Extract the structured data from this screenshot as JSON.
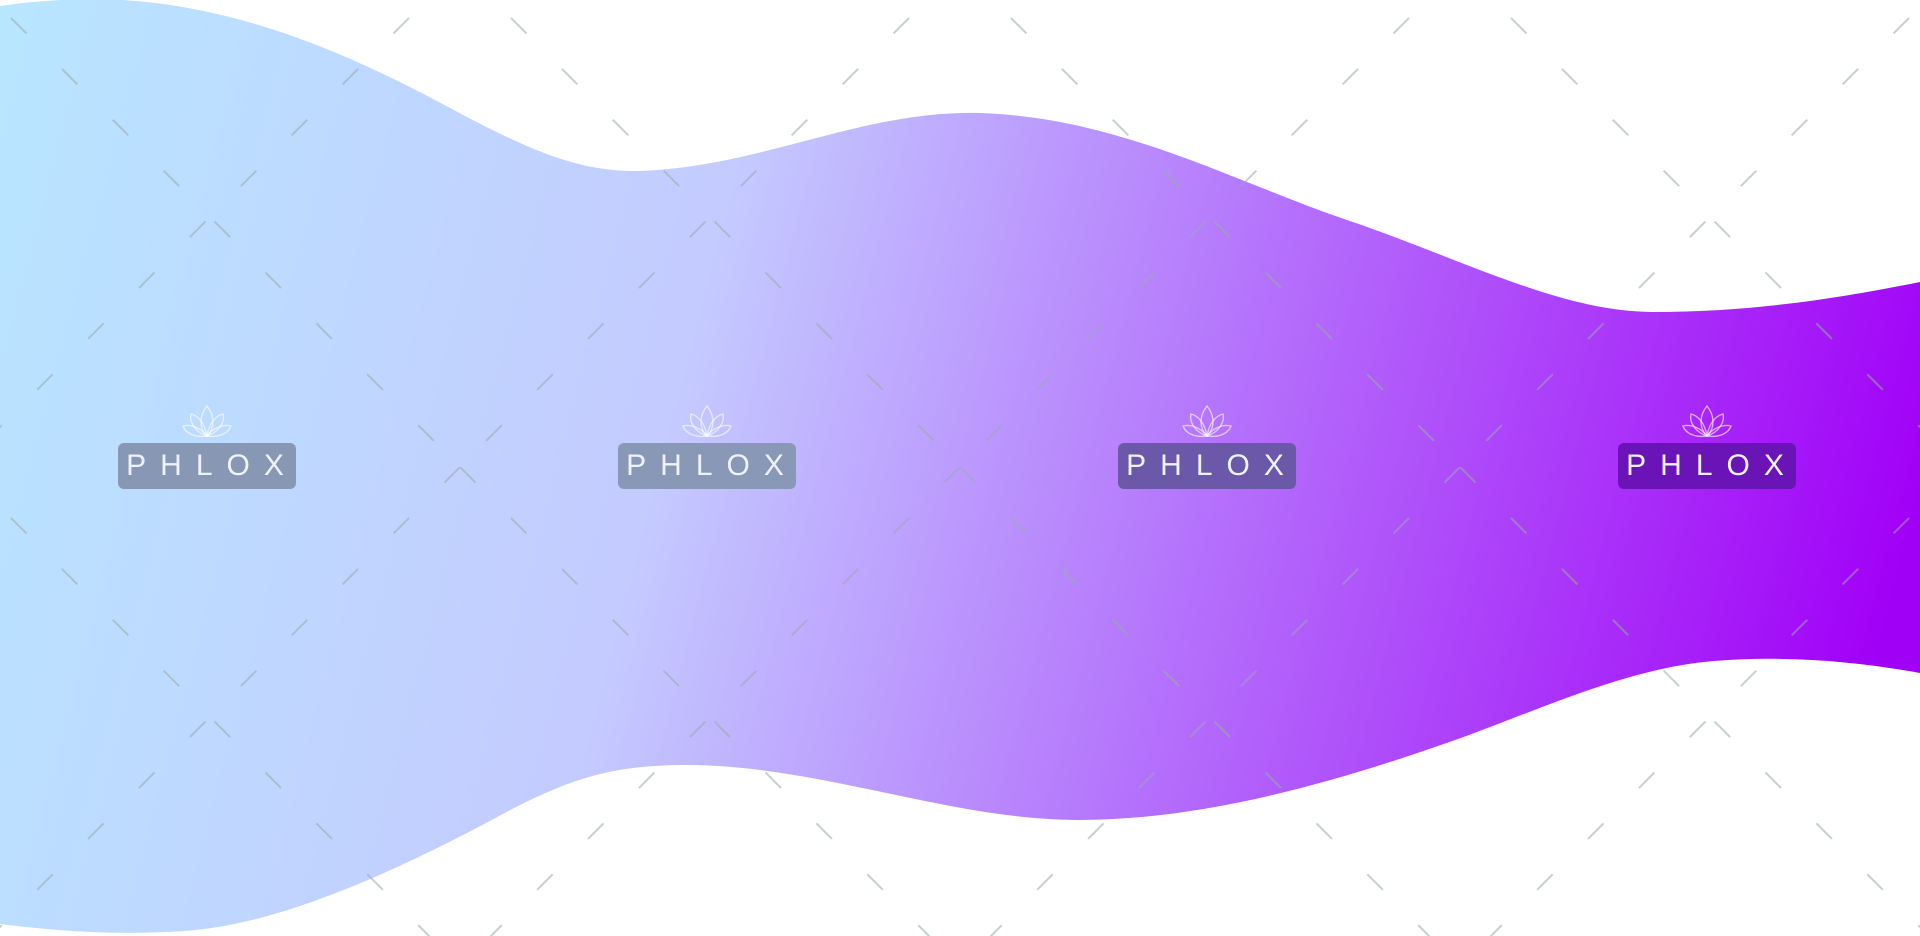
{
  "colors": {
    "gradient_start": "#b8e6ff",
    "gradient_mid": "#c4cbff",
    "gradient_end": "#a100f7",
    "background": "#ffffff"
  },
  "watermarks": [
    {
      "text": "PHLOX",
      "box_color": "#8898b4"
    },
    {
      "text": "PHLOX",
      "box_color": "#8a98b8"
    },
    {
      "text": "PHLOX",
      "box_color": "#6c58a8"
    },
    {
      "text": "PHLOX",
      "box_color": "#6a14b8"
    }
  ]
}
